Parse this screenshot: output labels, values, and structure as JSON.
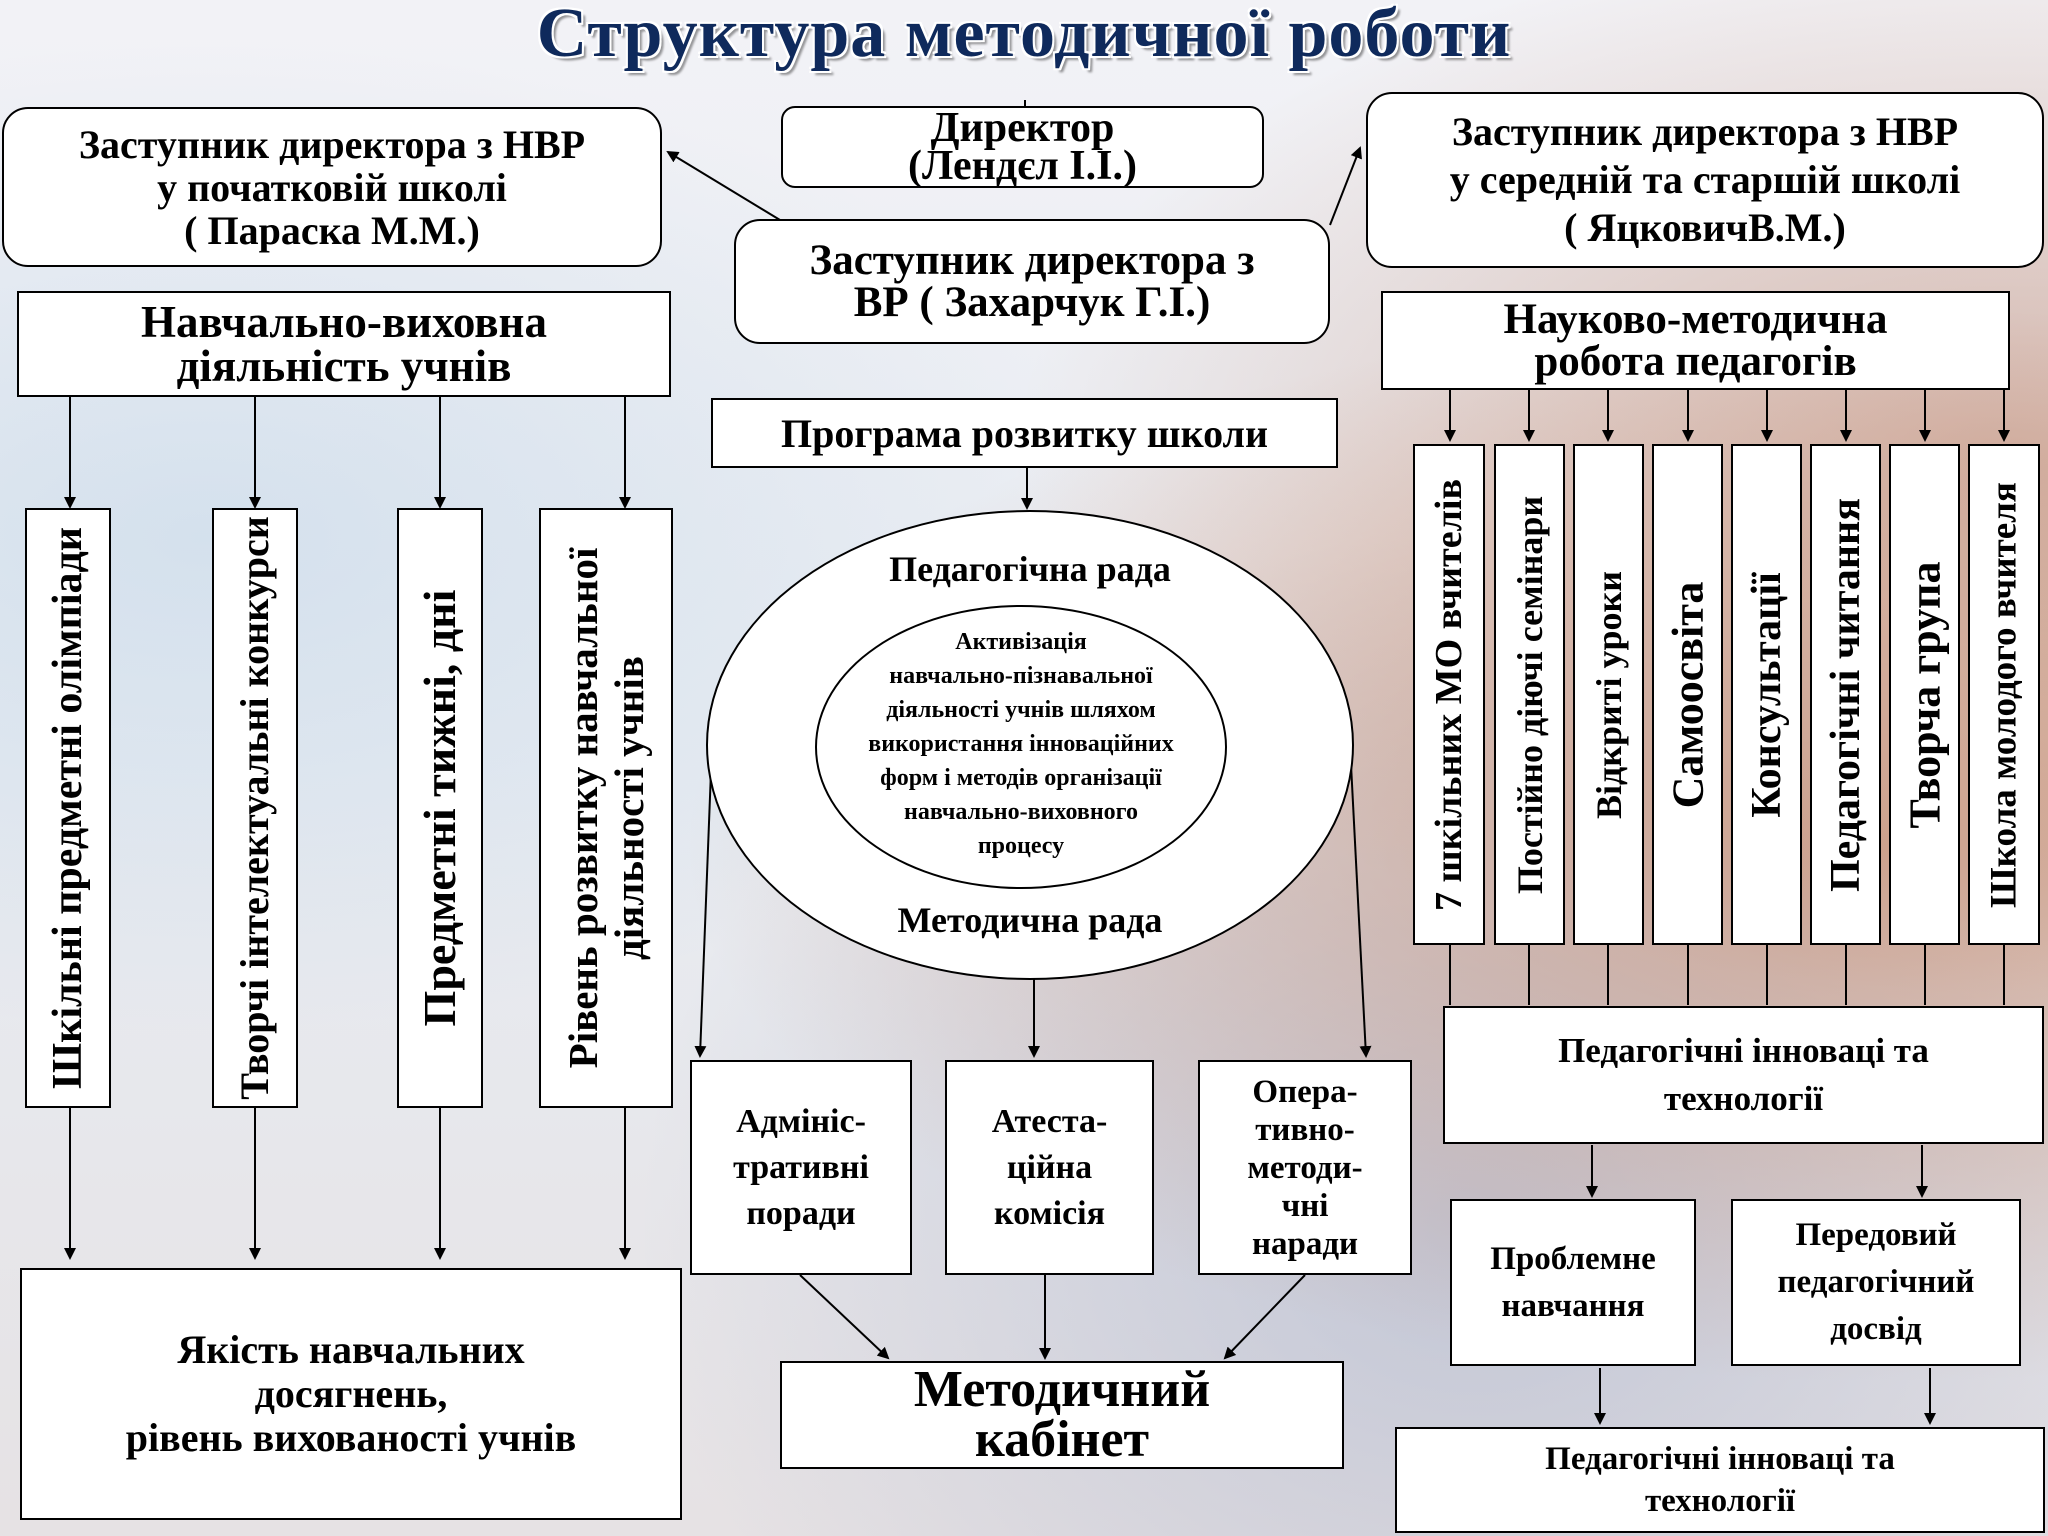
{
  "title": "Структура методичної роботи",
  "director": {
    "line1": "Директор",
    "line2": "(Лендєл І.І.)"
  },
  "deputy_primary": {
    "line1": "Заступник директора з НВР",
    "line2": "у початковій школі",
    "line3": "( Параска М.М.)"
  },
  "deputy_upbringing": {
    "line1": "Заступник директора з",
    "line2": "ВР  ( Захарчук Г.І.)"
  },
  "deputy_secondary": {
    "line1": "Заступник директора з НВР",
    "line2": "у середній та старшій школі",
    "line3": "( ЯцковичВ.М.)"
  },
  "left": {
    "header": "Навчально-виховна\nдіяльність учнів",
    "columns": [
      "Шкільні предметні олімпіади",
      "Творчі інтелектуальні конкурси",
      "Предметні тижні, дні",
      "Рівень розвитку навчальної\nдіяльності учнів"
    ],
    "result": "Якість навчальних\nдосягнень,\nрівень вихованості учнів"
  },
  "center": {
    "program": "Програма розвитку школи",
    "ped_council": "Педагогічна рада",
    "inner_text": "Активізація\nнавчально-пізнавальної\nдіяльності учнів шляхом\nвикористання інноваційних\nформ і методів організації\nнавчально-виховного\nпроцесу",
    "method_council": "Методична рада",
    "boxes": [
      "Адмініс-\nтративні\nпоради",
      "Атеста-\nційна\nкомісія",
      "Опера-\nтивно-\nметоди-\nчні\nнаради"
    ],
    "cabinet": "Методичний\nкабінет"
  },
  "right": {
    "header": "Науково-методична\nробота педагогів",
    "columns": [
      "7 шкільних МО вчителів",
      "Постійно діючі семінари",
      "Відкриті уроки",
      "Самоосвіта",
      "Консультації",
      "Педагогічні читання",
      "Творча група",
      "Школа молодого вчителя"
    ],
    "innovations": "Педагогічні інноваці та\nтехнології",
    "problem": "Проблемне\nнавчання",
    "advanced": "Передовий\nпедагогічний\nдосвід",
    "innovations_bottom": "Педагогічні інноваці та\nтехнології"
  }
}
